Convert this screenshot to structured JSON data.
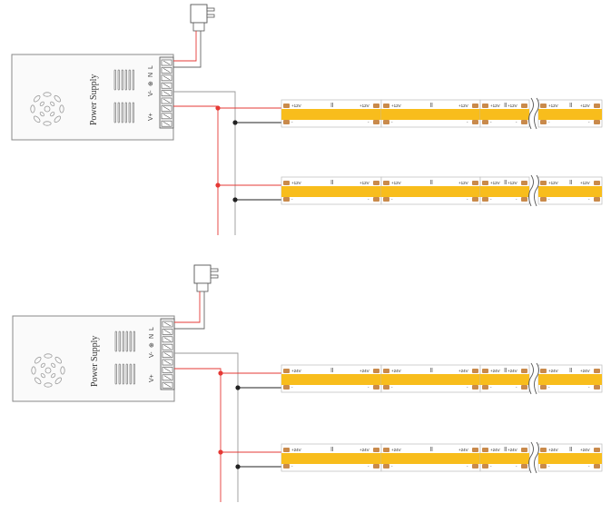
{
  "colors": {
    "strip_fill": "#f8bd1c",
    "pad": "#c98a4b",
    "wire_red": "#e53935",
    "wire_black": "#222222",
    "wire_gray": "#999999",
    "psu_outline": "#888888",
    "psu_fill": "#fafafa"
  },
  "sections": [
    {
      "power_supply": {
        "label": "Power Supply",
        "terminals": {
          "l": "L",
          "n": "N",
          "ground": "⊕",
          "v_neg": "V-",
          "v_pos": "V+"
        }
      },
      "strips": [
        {
          "voltage_label": "+12V",
          "neg_label": "-"
        },
        {
          "voltage_label": "+12V",
          "neg_label": "-"
        }
      ]
    },
    {
      "power_supply": {
        "label": "Power Supply",
        "terminals": {
          "l": "L",
          "n": "N",
          "ground": "⊕",
          "v_neg": "V-",
          "v_pos": "V+"
        }
      },
      "strips": [
        {
          "voltage_label": "+24V",
          "neg_label": "-"
        },
        {
          "voltage_label": "+24V",
          "neg_label": "-"
        }
      ]
    }
  ]
}
